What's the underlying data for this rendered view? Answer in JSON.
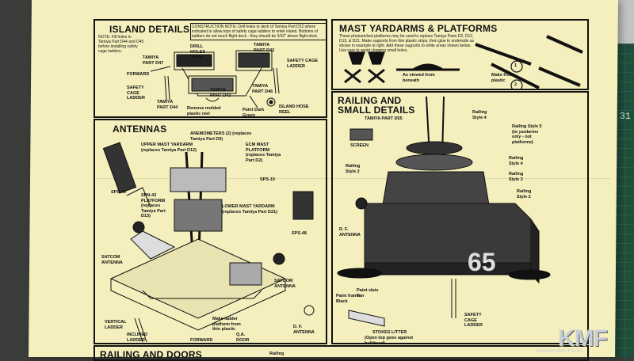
{
  "island": {
    "title": "ISLAND DETAILS",
    "note_left": "NOTE: Fill holes in Tamiya Part D44 and D45 before installing safety cage ladders.",
    "note_construction": "CONSTRUCTION NOTE: Drill holes in deck of Tamiya Part D22 where indicated to allow tops of safety cage ladders to enter island. Bottoms of ladders do not touch flight deck - they should be 3/32\" above flight deck.",
    "labels": {
      "d47": "TAMIYA PART D47",
      "drill": "DRILL HOLES HERE",
      "d43": "TAMIYA PART D43",
      "cage_ladder_right": "SAFETY CAGE LADDER",
      "forward": "FORWARD",
      "cage_ladder_left": "SAFETY CAGE LADDER",
      "d42": "TAMIYA PART D42",
      "d46": "TAMIYA PART D46",
      "d44": "TAMIYA PART D44",
      "remove": "Remove molded plastic reel",
      "paint": "Paint Dark Green",
      "hose": "ISLAND HOSE REEL"
    }
  },
  "mast": {
    "title": "MAST YARDARMS & PLATFORMS",
    "note": "These photoetched platforms may be used to replace Tamiya Parts D2, D12, D13, & D21. Make supports from thin plastic strips, then glue to underside as shown in example at right. Add these supports to white areas shown below. Use care to avoid clogging small holes.",
    "labels": {
      "as_viewed": "As viewed from beneath",
      "make": "Make from plastic",
      "n1": "1",
      "n2": "2"
    }
  },
  "antennas": {
    "title": "ANTENNAS",
    "labels": {
      "anemometers": "ANEMOMETERS (2) (replaces Tamiya Part D9)",
      "upper_mast": "UPPER MAST YARDARM (replaces Tamiya Part D12)",
      "ecm": "ECM MAST PLATFORM (replaces Tamiya Part D2)",
      "sps10": "SPS-10",
      "sps49": "SPS-49",
      "spn43": "SPN-43 PLATFORM (replaces Tamiya Part D13)",
      "lower_mast": "LOWER MAST YARDARM (replaces Tamiya Part D21)",
      "sps48": "SPS-48",
      "satcom_left": "SATCOM ANTENNA",
      "satcom_right": "SATCOM ANTENNA",
      "vertical": "VERTICAL LADDER",
      "inclined": "INCLINED LADDER",
      "make_ladder": "Make ladder platform from thin plastic",
      "forward": "FORWARD",
      "qa": "Q.A. DOOR",
      "df": "D. F. ANTENNA"
    }
  },
  "railing": {
    "title_line1": "RAILING AND",
    "title_line2": "SMALL DETAILS",
    "labels": {
      "d55": "TAMIYA PART D55",
      "rail4_top": "Railing Style 4",
      "rail5": "Railing Style 5 (to yardarms only - not platforms)",
      "screen": "SCREEN",
      "rail2_left": "Railing Style 2",
      "rail4_right": "Railing Style 4",
      "rail3": "Railing Style 3",
      "rail2_right": "Railing Style 2",
      "df": "D. F. ANTENNA",
      "hull_number": "65",
      "paint_frame": "Paint frame Black",
      "paint_slats": "Paint slats Tan",
      "stokes": "STOKES LITTER",
      "stokes_note": "(Open top goes against bulkhead)",
      "cage": "SAFETY CAGE LADDER"
    }
  },
  "doors": {
    "title": "RAILING AND DOORS",
    "right_label": "Railing"
  },
  "watermark": {
    "logo": "KMF",
    "small": "Kitsandmodels Forum"
  },
  "bench": {
    "mat_number": "31"
  }
}
